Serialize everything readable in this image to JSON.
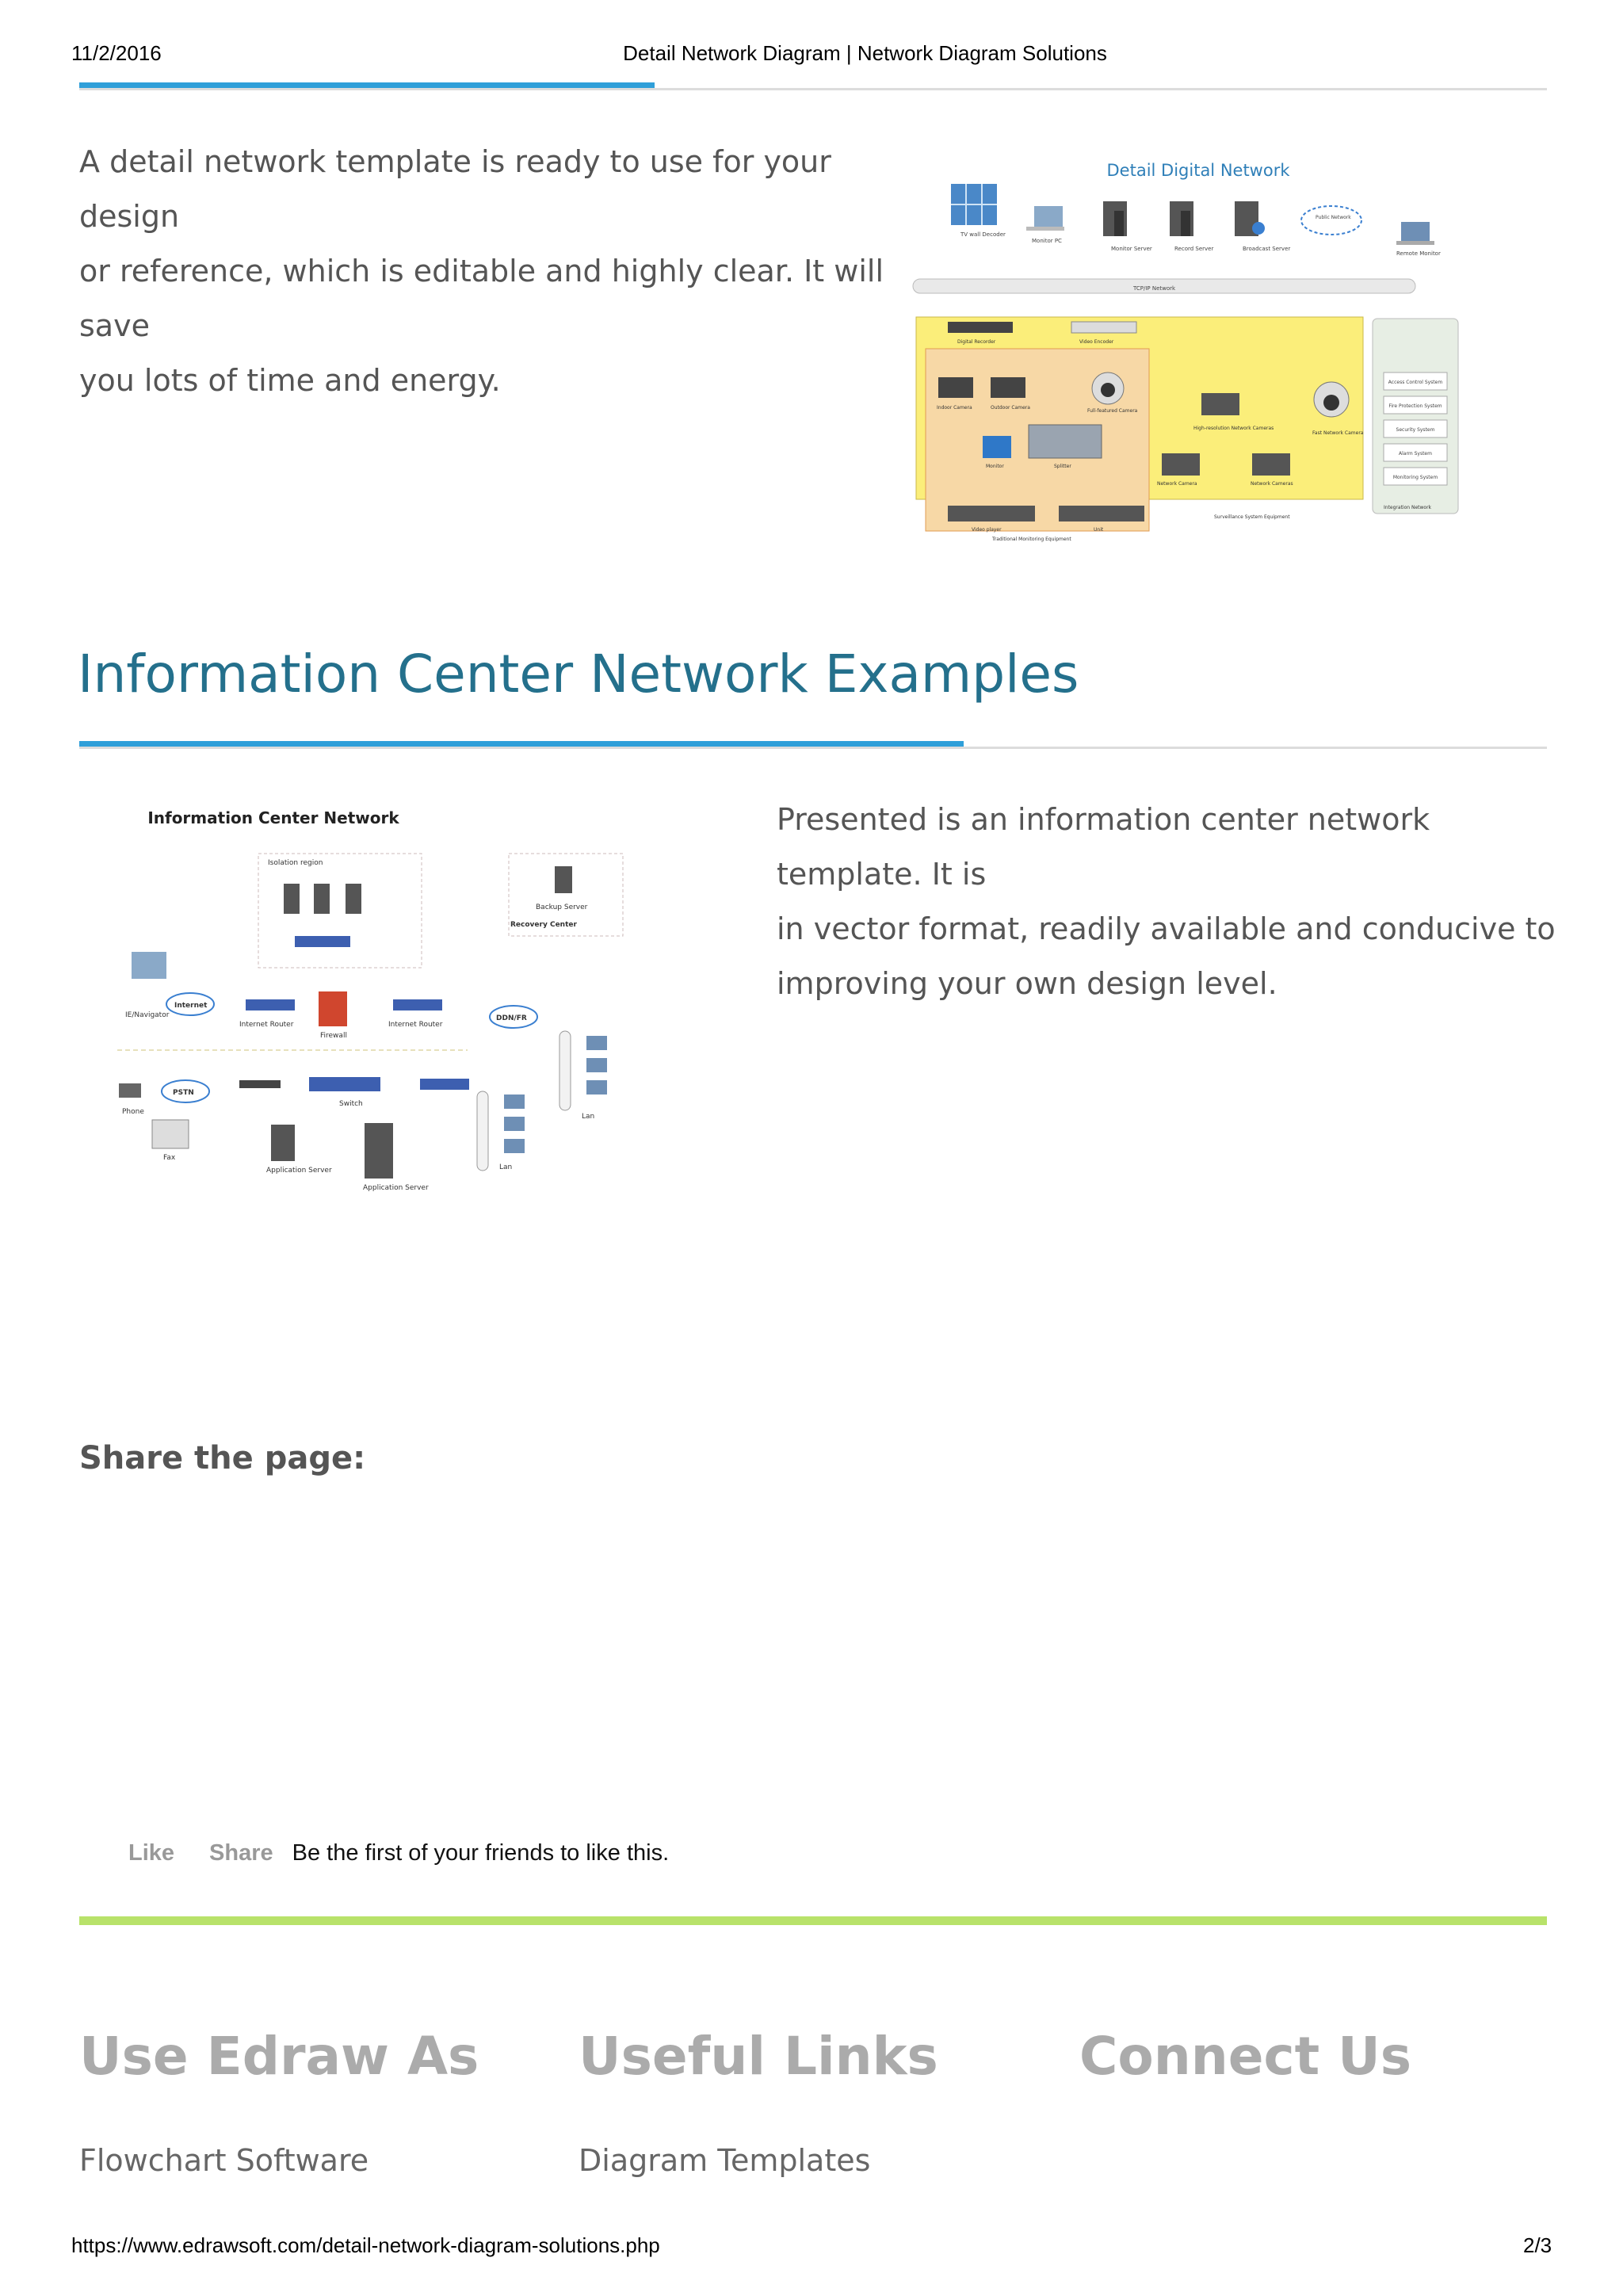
{
  "print_header": {
    "date": "11/2/2016",
    "title": "Detail Network Diagram | Network Diagram Solutions"
  },
  "section1": {
    "paragraph_lines": [
      "A detail network template is ready to use for your design",
      "or reference, which is editable and highly clear. It will save",
      "you lots of time and energy."
    ],
    "diagram": {
      "title": "Detail Digital Network",
      "top_devices": [
        "TV wall Decoder",
        "Monitor PC",
        "Monitor Server",
        "Record Server",
        "Broadcast Server",
        "Remote Monitor"
      ],
      "cloud": "Public Network",
      "bus": "TCP/IP Network",
      "devices": [
        "Digital Recorder",
        "Video Encoder",
        "Indoor Camera",
        "Outdoor Camera",
        "Full-featured Camera",
        "Monitor",
        "Splitter",
        "Video player",
        "Unit",
        "High-resolution Network Cameras",
        "Fast Network Camera",
        "Network Camera",
        "Network Cameras"
      ],
      "side_boxes": [
        "Access Control System",
        "Fire Protection System",
        "Security System",
        "Alarm System",
        "Monitoring System"
      ],
      "group_labels": [
        "Traditional Monitoring Equipment",
        "Surveillance System Equipment",
        "Integration Network"
      ]
    }
  },
  "section2": {
    "heading": "Information Center Network Examples",
    "paragraph_lines": [
      "Presented is an information center network template. It is",
      "in vector format, readily available and conducive to",
      "improving your own design level."
    ],
    "diagram": {
      "title": "Information Center Network",
      "labels": [
        "Isolation region",
        "Backup Server",
        "Recovery Center",
        "Internet",
        "IE/Navigator",
        "Internet Router",
        "Firewall",
        "Internet Router",
        "DDN/FR",
        "PSTN",
        "Phone",
        "Fax",
        "Switch",
        "Application Server",
        "Application Server",
        "Lan",
        "Lan"
      ]
    }
  },
  "share": {
    "title": "Share the page:",
    "like_label": "Like",
    "share_label": "Share",
    "social_text": "Be the first of your friends to like this."
  },
  "footer": {
    "columns": [
      {
        "heading": "Use Edraw As",
        "link": "Flowchart Software"
      },
      {
        "heading": "Useful Links",
        "link": "Diagram Templates"
      },
      {
        "heading": "Connect Us",
        "link": ""
      }
    ],
    "accent_color": "#b8e26a"
  },
  "print_footer": {
    "url": "https://www.edrawsoft.com/detail-network-diagram-solutions.php",
    "page": "2/3"
  },
  "colors": {
    "accent_blue": "#2f9fd9",
    "heading_blue": "#24708c"
  }
}
